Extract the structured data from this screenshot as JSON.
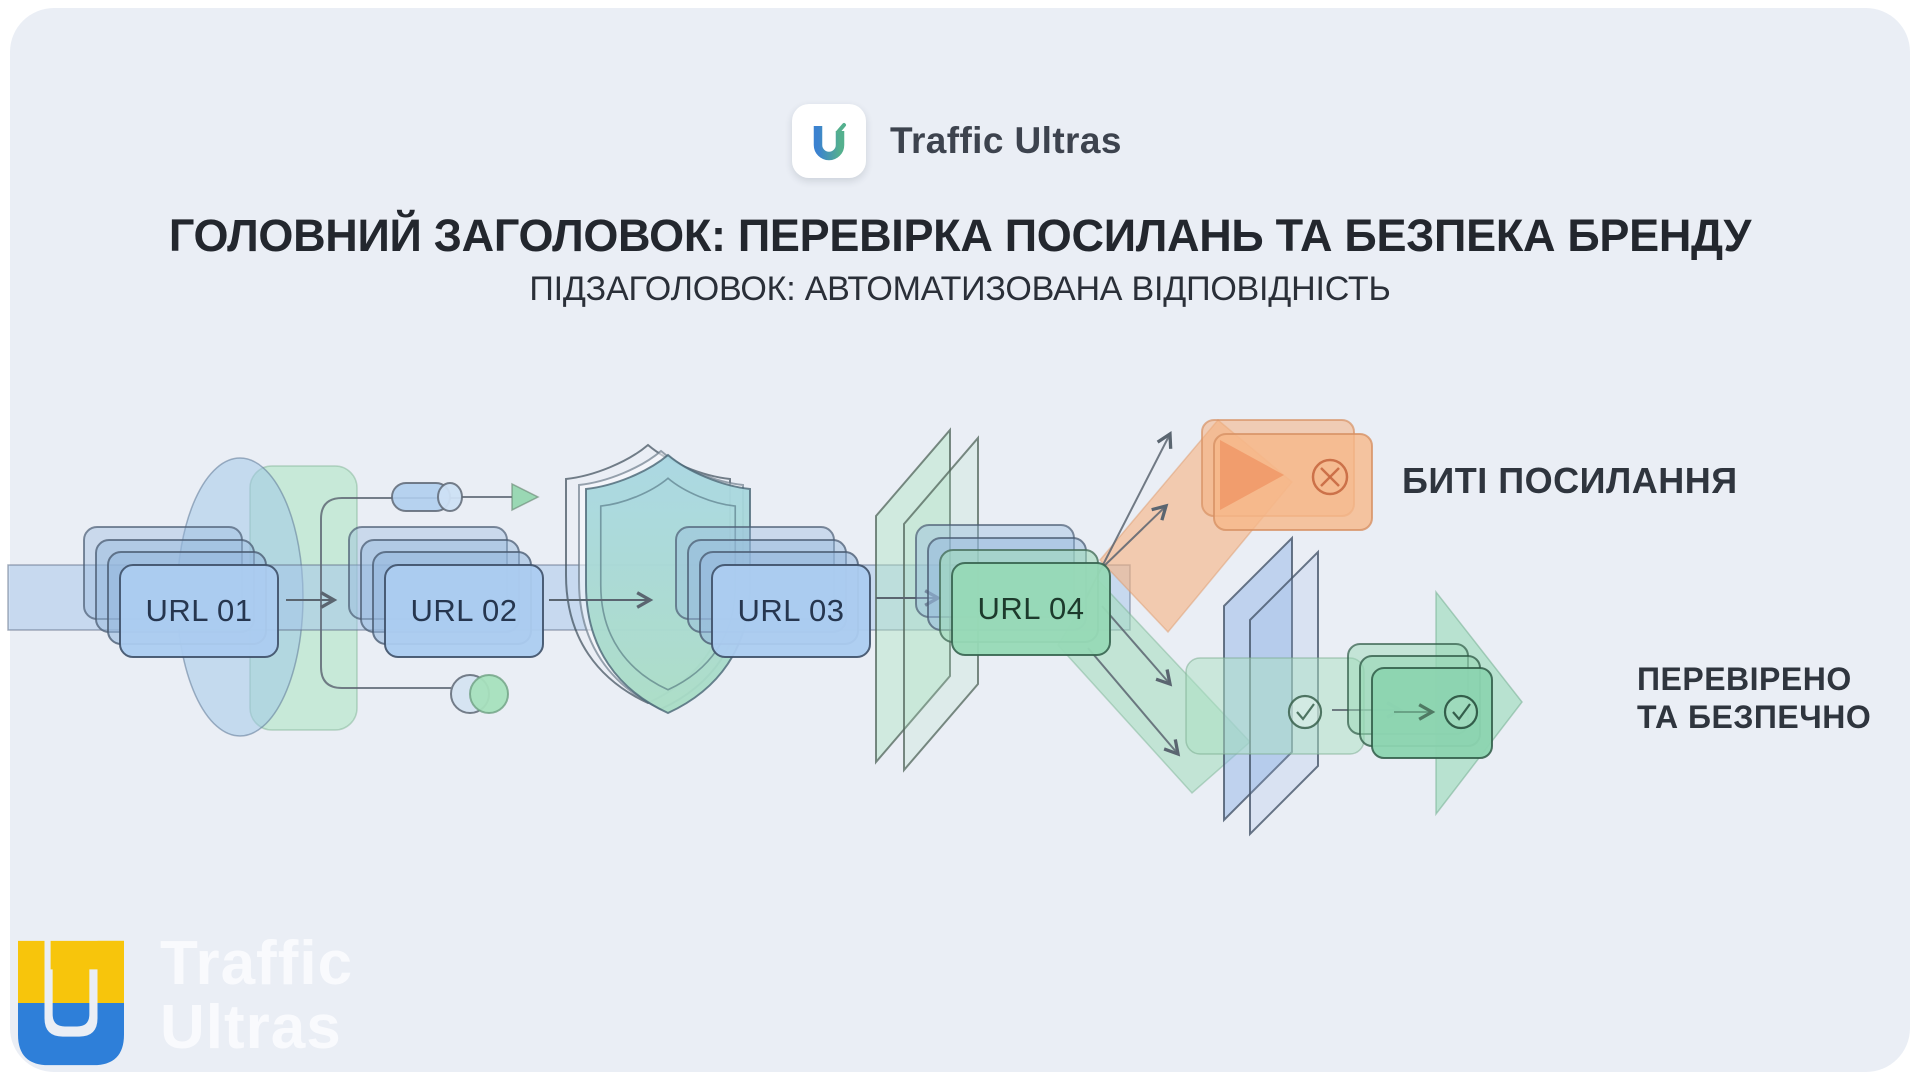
{
  "page": {
    "panel_color": "#eaeef5",
    "outer_background": "#ffffff"
  },
  "header": {
    "brand_name": "Traffic Ultras",
    "title": "ГОЛОВНИЙ ЗАГОЛОВОК: ПЕРЕВІРКА ПОСИЛАНЬ ТА БЕЗПЕКА БРЕНДУ",
    "subtitle": "ПІДЗАГОЛОВОК: АВТОМАТИЗОВАНА ВІДПОВІДНІСТЬ"
  },
  "diagram": {
    "url_cards": [
      {
        "label": "URL 01"
      },
      {
        "label": "URL 02"
      },
      {
        "label": "URL 03"
      },
      {
        "label": "URL 04"
      }
    ],
    "outcomes": {
      "broken": {
        "label": "БИТІ ПОСИЛАННЯ",
        "color": "#f3a873",
        "icon": "circle-x-icon"
      },
      "safe": {
        "label_line1": "ПЕРЕВІРЕНО",
        "label_line2": "ТА БЕЗПЕЧНО",
        "color": "#8fd6b0",
        "icon": "circle-check-icon"
      }
    },
    "colors": {
      "flow_band_blue": "#a3c4e9",
      "card_blue": "#accbef",
      "card_green": "#97d9b6",
      "shield_teal": "#a7d6e2",
      "broken_orange": "#f6b28a",
      "safe_green": "#96dcb7"
    }
  },
  "footer": {
    "brand_line1": "Traffic",
    "brand_line2": "Ultras",
    "logo_top_color": "#f7c50c",
    "logo_bottom_color": "#2e7fd9"
  }
}
